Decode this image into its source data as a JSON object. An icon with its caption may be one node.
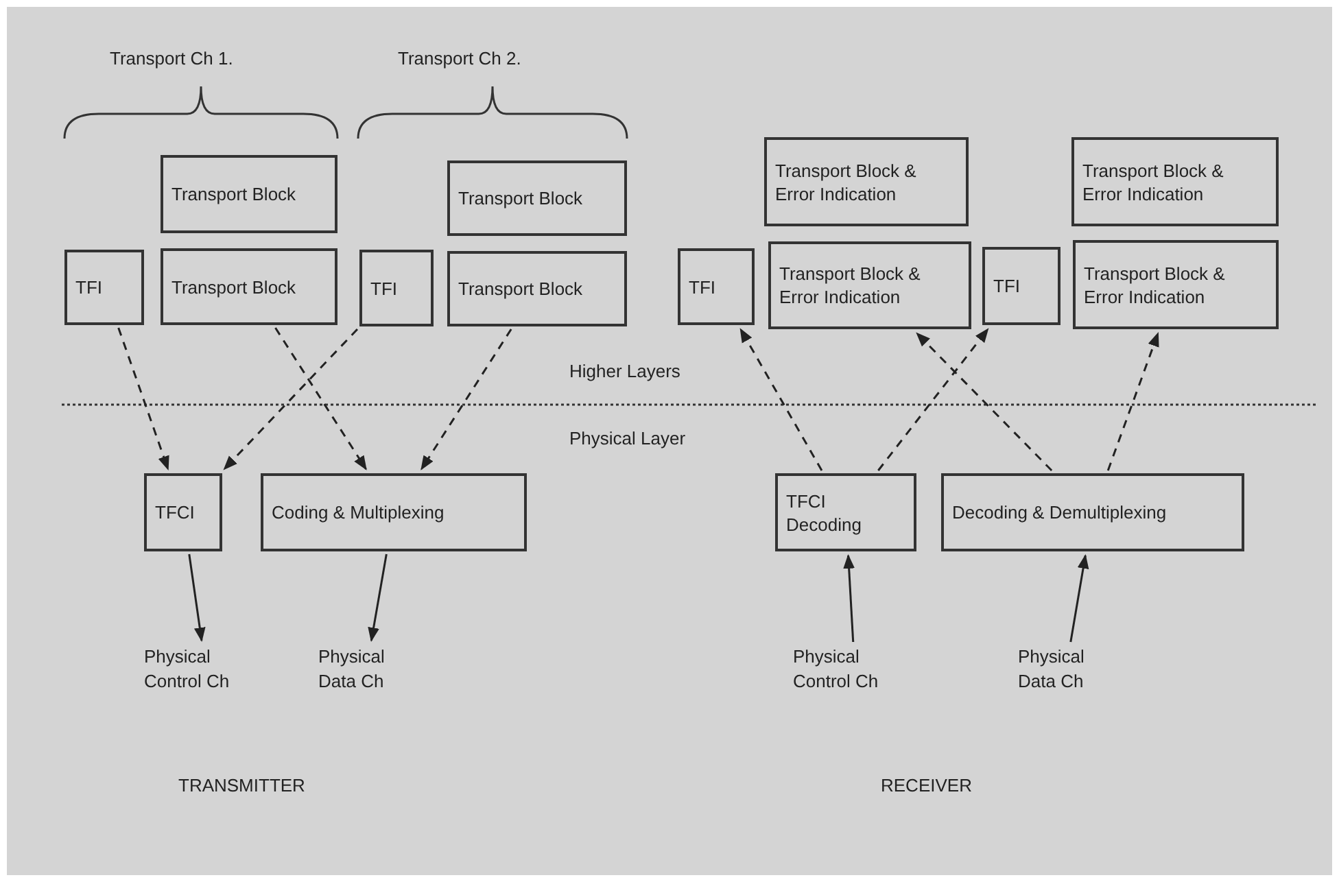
{
  "diagram": {
    "nodes": [
      {
        "text": [
          "Transport Block"
        ]
      },
      {
        "text": [
          "Transport Block"
        ]
      },
      {
        "text": [
          "TFI"
        ]
      },
      {
        "text": [
          "Transport Block"
        ]
      },
      {
        "text": [
          "TFI"
        ]
      },
      {
        "text": [
          "Transport Block"
        ]
      },
      {
        "text": [
          "Transport Block & Error Indication"
        ]
      },
      {
        "text": [
          "Transport Block & Error Indication"
        ]
      },
      {
        "text": [
          "TFI"
        ]
      },
      {
        "text": [
          "Transport Block & Error Indication"
        ]
      },
      {
        "text": [
          "TFI"
        ]
      },
      {
        "text": [
          "Transport Block & Error Indication"
        ]
      },
      {
        "text": [
          "TFCI"
        ]
      },
      {
        "text": [
          "Coding & Multiplexing"
        ]
      },
      {
        "text": [
          "TFCI Decoding"
        ]
      },
      {
        "text": [
          "Decoding & Demultiplexing"
        ]
      },
      {
        "text": [
          "Physical Control Ch"
        ]
      },
      {
        "text": [
          "Physical Data Ch"
        ]
      },
      {
        "text": [
          "Physical Control Ch"
        ]
      },
      {
        "text": [
          "Physical Data Ch"
        ]
      }
    ],
    "edges": [
      {
        "from": 2,
        "to": 12,
        "arrow": "to",
        "style": "dashed"
      },
      {
        "from": 4,
        "to": 12,
        "arrow": "to",
        "style": "dashed"
      },
      {
        "from": 3,
        "to": 13,
        "arrow": "to",
        "style": "dashed"
      },
      {
        "from": 5,
        "to": 13,
        "arrow": "to",
        "style": "dashed"
      },
      {
        "from": 12,
        "to": 16,
        "arrow": "to"
      },
      {
        "from": 13,
        "to": 17,
        "arrow": "to"
      },
      {
        "from": 14,
        "to": 8,
        "arrow": "to",
        "style": "dashed"
      },
      {
        "from": 14,
        "to": 10,
        "arrow": "to",
        "style": "dashed"
      },
      {
        "from": 15,
        "to": 9,
        "arrow": "to",
        "style": "dashed"
      },
      {
        "from": 15,
        "to": 11,
        "arrow": "to",
        "style": "dashed"
      },
      {
        "from": 18,
        "to": 14,
        "arrow": "to"
      },
      {
        "from": 19,
        "to": 15,
        "arrow": "to"
      }
    ],
    "labels": [
      "Transport Ch 1.",
      "Transport Ch 2.",
      "Higher Layers",
      "Physical Layer",
      "TRANSMITTER",
      "RECEIVER"
    ]
  }
}
